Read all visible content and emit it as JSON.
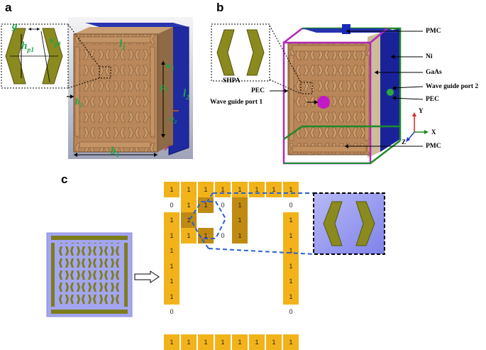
{
  "panels": {
    "a": "a",
    "b": "b",
    "c": "c"
  },
  "panel_a": {
    "params": {
      "g": "g",
      "hp1": "h",
      "hp1_sub": "p1",
      "vp1": "v",
      "vp1_sub": "p1",
      "l1": "l",
      "l1_sub": "1",
      "l2": "l",
      "l2_sub": "2",
      "w1": "w",
      "w1_sub": "1",
      "w2": "w",
      "w2_sub": "2",
      "p1": "p",
      "p1_sub": "1",
      "b1": "b",
      "b1_sub": "1",
      "b2": "b",
      "b2_sub": "2"
    }
  },
  "panel_b": {
    "labels": {
      "pmc_top": "PMC",
      "ni": "Ni",
      "gaas": "GaAs",
      "wg2": "Wave guide port 2",
      "pec_right": "PEC",
      "shpa": "SHPA",
      "pec_left": "PEC",
      "wg1": "Wave guide port 1",
      "pmc_bottom": "PMC"
    },
    "axes": {
      "y": "Y",
      "x": "X",
      "z": "Z"
    }
  },
  "panel_c": {
    "grid_rows": [
      [
        "1",
        "1",
        "1",
        "1",
        "1",
        "1",
        "1",
        "1"
      ],
      [
        "0",
        "1",
        "1",
        "0",
        "1",
        "",
        "",
        "0"
      ],
      [
        "1",
        "1",
        "",
        "",
        "1",
        "",
        "",
        "1"
      ],
      [
        "1",
        "1",
        "1",
        "0",
        "1",
        "",
        "",
        "1"
      ],
      [
        "1",
        "",
        "",
        "",
        "",
        "",
        "",
        "1"
      ],
      [
        "1",
        "",
        "",
        "",
        "",
        "",
        "",
        "1"
      ],
      [
        "1",
        "",
        "",
        "",
        "",
        "",
        "",
        "1"
      ],
      [
        "1",
        "",
        "",
        "",
        "",
        "",
        "",
        "1"
      ],
      [
        "0",
        "",
        "",
        "",
        "",
        "",
        "",
        "0"
      ],
      [
        "",
        "",
        "",
        "",
        "",
        "",
        "",
        ""
      ],
      [
        "1",
        "1",
        "1",
        "1",
        "1",
        "1",
        "1",
        "1"
      ]
    ],
    "grid_state": [
      [
        "on",
        "on",
        "on",
        "on",
        "on",
        "on",
        "on",
        "on"
      ],
      [
        "",
        "on",
        "dk",
        "",
        "dk",
        "",
        "",
        ""
      ],
      [
        "on",
        "dk",
        "",
        "",
        "dk",
        "",
        "",
        "on"
      ],
      [
        "on",
        "on",
        "dk",
        "",
        "dk",
        "",
        "",
        "on"
      ],
      [
        "on",
        "",
        "",
        "",
        "",
        "",
        "",
        "on"
      ],
      [
        "on",
        "",
        "",
        "",
        "",
        "",
        "",
        "on"
      ],
      [
        "on",
        "",
        "",
        "",
        "",
        "",
        "",
        "on"
      ],
      [
        "on",
        "",
        "",
        "",
        "",
        "",
        "",
        "on"
      ],
      [
        "",
        "",
        "",
        "",
        "",
        "",
        "",
        ""
      ],
      [
        "",
        "",
        "",
        "",
        "",
        "",
        "",
        ""
      ],
      [
        "on",
        "on",
        "on",
        "on",
        "on",
        "on",
        "on",
        "on"
      ]
    ],
    "colors": {
      "cell_on": "#f2b31a",
      "cell_dark": "#c08a12",
      "unit_bg": "#8f91f0",
      "hex": "#8a8a1f"
    }
  }
}
